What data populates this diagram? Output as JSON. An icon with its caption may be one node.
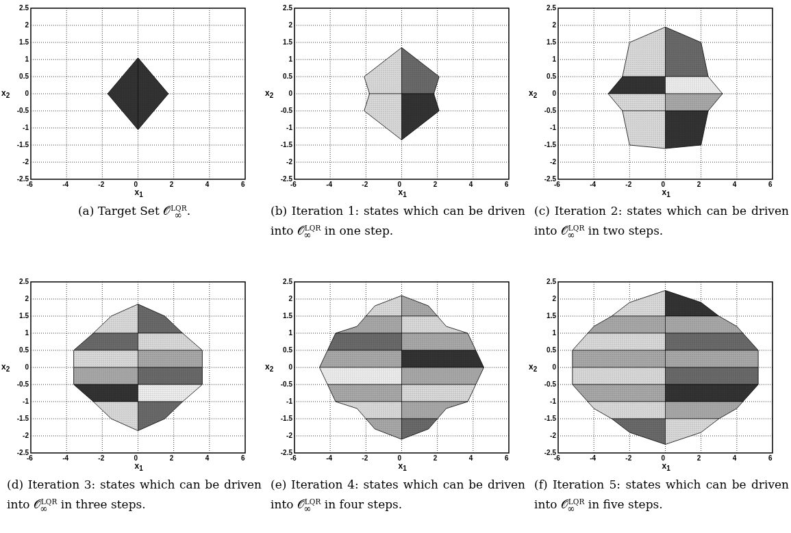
{
  "diagram": {
    "labels": [
      "2.5",
      "2",
      "1.5",
      "1",
      "0.5",
      "0",
      "-0.5",
      "-1",
      "-1.5",
      "-2",
      "-2.5",
      "-6",
      "-4",
      "-2",
      "0",
      "2",
      "4",
      "6",
      "x$_{1}$",
      "x$_{2}$",
      "(a) Target Set 𝒪$^{LQR}$$_{∞}$.",
      "2.5",
      "2",
      "1.5",
      "1",
      "0.5",
      "0",
      "-0.5",
      "-1",
      "-1.5",
      "-2",
      "-2.5",
      "-6",
      "-4",
      "-2",
      "0",
      "2",
      "4",
      "6",
      "x$_{1}$",
      "x$_{2}$",
      "(b) Iteration 1: states which can be driven into 𝒪$^{LQR}$$_{∞}$ in one step.",
      "2.5",
      "2",
      "1.5",
      "1",
      "0.5",
      "0",
      "-0.5",
      "-1",
      "-1.5",
      "-2",
      "-2.5",
      "-6",
      "-4",
      "-2",
      "0",
      "2",
      "4",
      "6",
      "x$_{1}$",
      "x$_{2}$",
      "(c) Iteration 2: states which can be driven into 𝒪$^{LQR}$$_{∞}$ in two steps.",
      "2.5",
      "2",
      "1.5",
      "1",
      "0.5",
      "0",
      "-0.5",
      "-1",
      "-1.5",
      "-2",
      "-2.5",
      "-6",
      "-4",
      "-2",
      "0",
      "2",
      "4",
      "6",
      "x$_{1}$",
      "x$_{2}$",
      "(d) Iteration 3: states which can be driven into 𝒪$^{LQR}$$_{∞}$ in three steps.",
      "2.5",
      "2",
      "1.5",
      "1",
      "0.5",
      "0",
      "-0.5",
      "-1",
      "-1.5",
      "-2",
      "-2.5",
      "-6",
      "-4",
      "-2",
      "0",
      "2",
      "4",
      "6",
      "x$_{1}$",
      "x$_{2}$",
      "(e) Iteration 4: states which can be driven into 𝒪$^{LQR}$$_{∞}$ in four steps.",
      "2.5",
      "2",
      "1.5",
      "1",
      "0.5",
      "0",
      "-0.5",
      "-1",
      "-1.5",
      "-2",
      "-2.5",
      "-6",
      "-4",
      "-2",
      "0",
      "2",
      "4",
      "6",
      "x$_{1}$",
      "x$_{2}$",
      "(f) Iteration 5: states which can be driven into 𝒪$^{LQR}$$_{∞}$ in five steps."
    ]
  }
}
